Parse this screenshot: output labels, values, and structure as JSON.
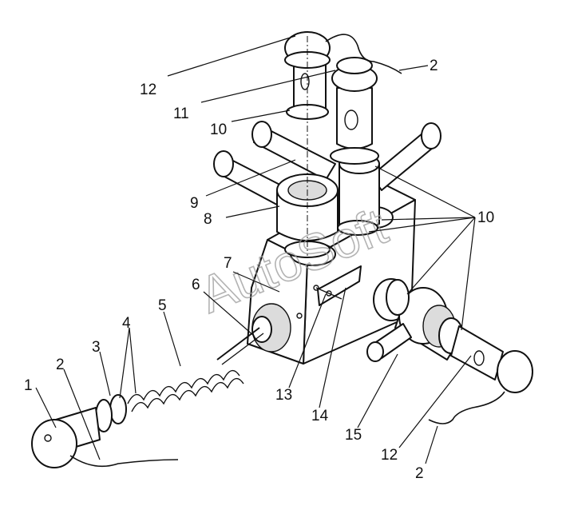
{
  "watermark": "AutoSoft",
  "callouts": {
    "c1": "1",
    "c2a": "2",
    "c2b": "2",
    "c2c": "2",
    "c3": "3",
    "c4": "4",
    "c5": "5",
    "c6": "6",
    "c7": "7",
    "c8": "8",
    "c9": "9",
    "c10a": "10",
    "c10b": "10",
    "c11": "11",
    "c12a": "12",
    "c12b": "12",
    "c13": "13",
    "c14": "14",
    "c15": "15"
  }
}
